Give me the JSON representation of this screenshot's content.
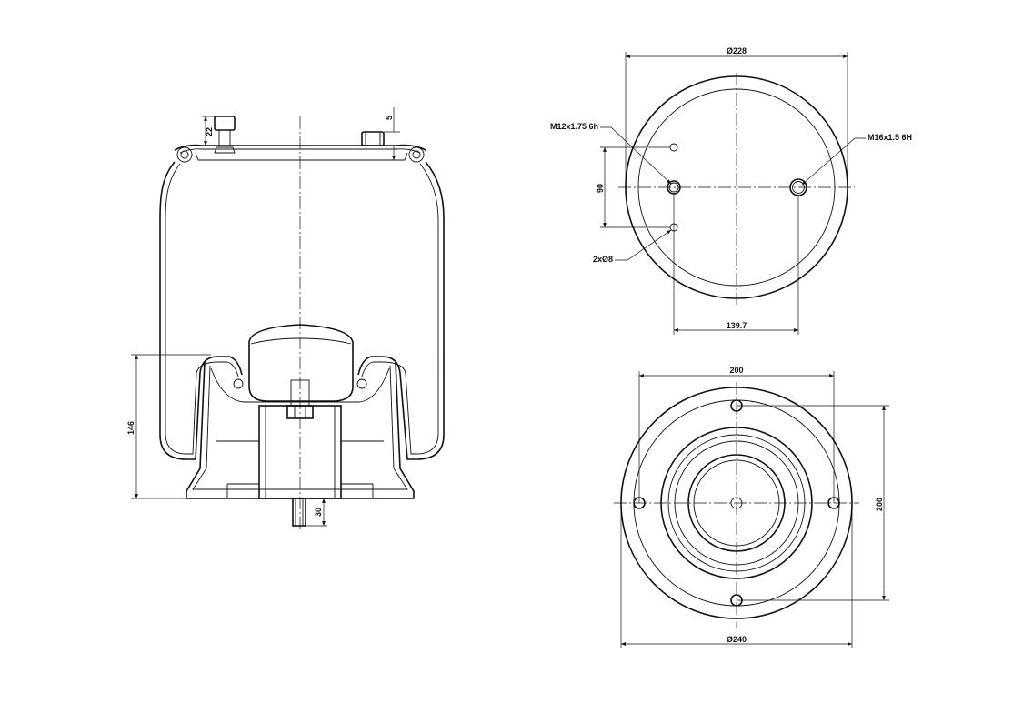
{
  "labels": {
    "dim_22": "22",
    "dim_5": "5",
    "dim_146": "146",
    "dim_30": "30",
    "dim_d228": "Ø228",
    "thread_m12": "M12x1.75 6h",
    "thread_m16": "M16x1.5 6H",
    "dim_90": "90",
    "holes_2x8": "2xØ8",
    "dim_139_7": "139.7",
    "dim_200_top": "200",
    "dim_200_side": "200",
    "dim_d240": "Ø240"
  },
  "icons": {
    "dimension_arrow": "arrowhead",
    "hatch": "crosshatch"
  },
  "colors": {
    "line": "#111111",
    "background": "#ffffff"
  }
}
